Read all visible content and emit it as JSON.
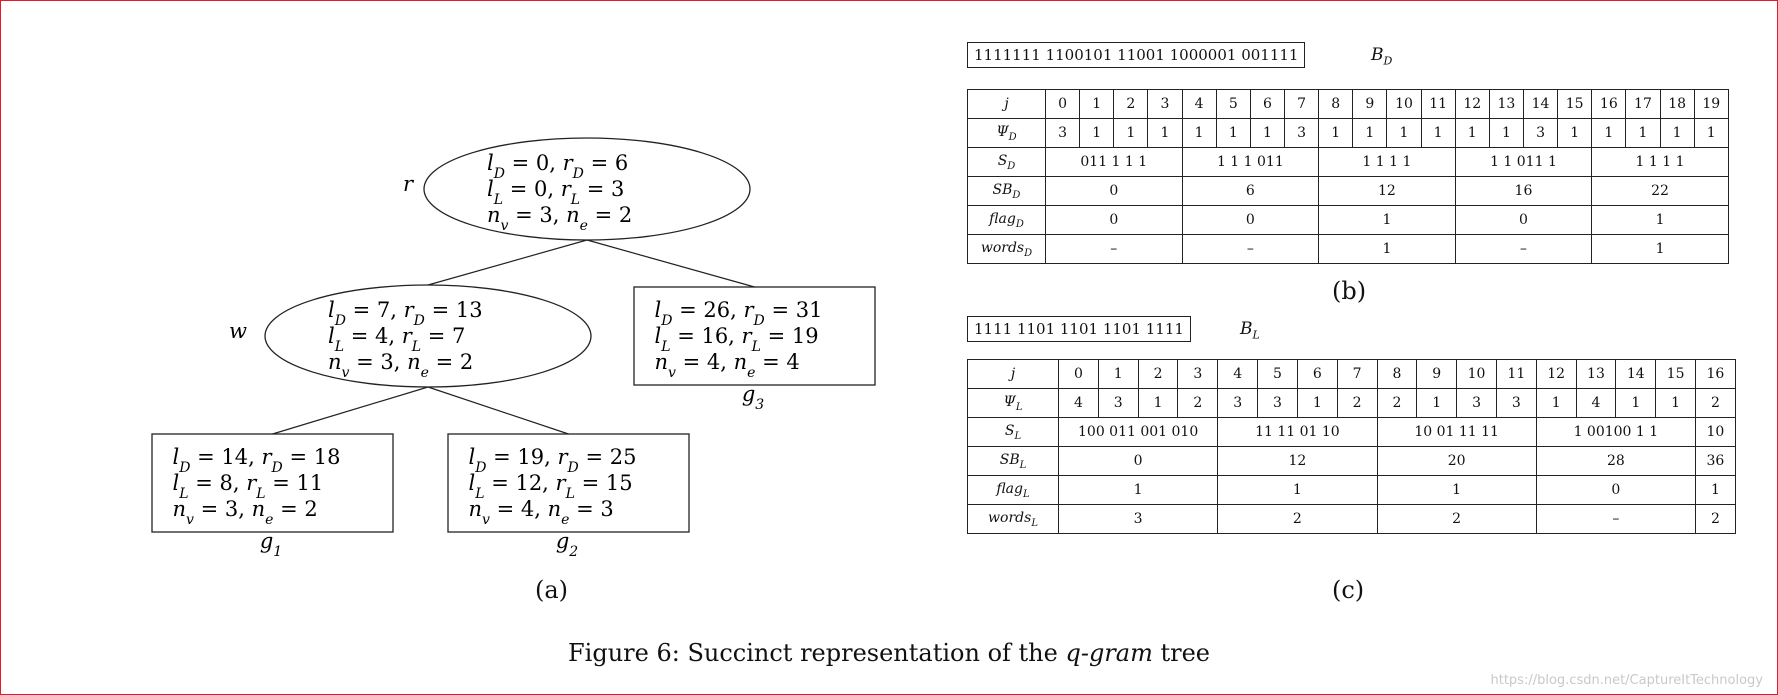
{
  "tree": {
    "edges": [
      [
        "r",
        "w"
      ],
      [
        "r",
        "g3"
      ],
      [
        "w",
        "g1"
      ],
      [
        "w",
        "g2"
      ]
    ],
    "nodes": [
      {
        "id": "r",
        "shape": "ellipse",
        "label": "r",
        "lD": "0",
        "rD": "6",
        "lL": "0",
        "rL": "3",
        "nv": "3",
        "ne": "2"
      },
      {
        "id": "w",
        "shape": "ellipse",
        "label": "w",
        "lD": "7",
        "rD": "13",
        "lL": "4",
        "rL": "7",
        "nv": "3",
        "ne": "2"
      },
      {
        "id": "g3",
        "shape": "rect",
        "label": "g3",
        "lD": "26",
        "rD": "31",
        "lL": "16",
        "rL": "19",
        "nv": "4",
        "ne": "4"
      },
      {
        "id": "g1",
        "shape": "rect",
        "label": "g1",
        "lD": "14",
        "rD": "18",
        "lL": "8",
        "rL": "11",
        "nv": "3",
        "ne": "2"
      },
      {
        "id": "g2",
        "shape": "rect",
        "label": "g2",
        "lD": "19",
        "rD": "25",
        "lL": "12",
        "rL": "15",
        "nv": "4",
        "ne": "3"
      }
    ]
  },
  "sub_labels": {
    "a": "(a)",
    "b": "(b)",
    "c": "(c)"
  },
  "bD": {
    "bits": "1111111 1100101 11001 1000001 001111",
    "name": "BD"
  },
  "tableD": {
    "j": [
      "0",
      "1",
      "2",
      "3",
      "4",
      "5",
      "6",
      "7",
      "8",
      "9",
      "10",
      "11",
      "12",
      "13",
      "14",
      "15",
      "16",
      "17",
      "18",
      "19"
    ],
    "psi": [
      "3",
      "1",
      "1",
      "1",
      "1",
      "1",
      "1",
      "3",
      "1",
      "1",
      "1",
      "1",
      "1",
      "1",
      "3",
      "1",
      "1",
      "1",
      "1",
      "1"
    ],
    "S": [
      "011 1 1 1",
      "1 1 1 011",
      "1 1 1 1",
      "1 1 011 1",
      "1 1 1 1"
    ],
    "SB": [
      "0",
      "6",
      "12",
      "16",
      "22"
    ],
    "flag": [
      "0",
      "0",
      "1",
      "0",
      "1"
    ],
    "words": [
      "–",
      "–",
      "1",
      "–",
      "1"
    ],
    "rows": {
      "j": "j",
      "psi": "ΨD",
      "S": "SD",
      "SB": "SBD",
      "flag": "flagD",
      "words": "wordsD"
    }
  },
  "bL": {
    "bits": "1111 1101 1101 1101 1111",
    "name": "BL"
  },
  "tableL": {
    "j": [
      "0",
      "1",
      "2",
      "3",
      "4",
      "5",
      "6",
      "7",
      "8",
      "9",
      "10",
      "11",
      "12",
      "13",
      "14",
      "15",
      "16"
    ],
    "psi": [
      "4",
      "3",
      "1",
      "2",
      "3",
      "3",
      "1",
      "2",
      "2",
      "1",
      "3",
      "3",
      "1",
      "4",
      "1",
      "1",
      "2"
    ],
    "S": [
      "100 011 001 010",
      "11 11 01 10",
      "10 01 11 11",
      "1 00100 1 1",
      "10"
    ],
    "SB": [
      "0",
      "12",
      "20",
      "28",
      "36"
    ],
    "flag": [
      "1",
      "1",
      "1",
      "0",
      "1"
    ],
    "words": [
      "3",
      "2",
      "2",
      "–",
      "2"
    ],
    "rows": {
      "j": "j",
      "psi": "ΨL",
      "S": "SL",
      "SB": "SBL",
      "flag": "flagL",
      "words": "wordsL"
    }
  },
  "caption": {
    "prefix": "Figure 6: Succinct representation of the ",
    "em": "q-gram",
    "suffix": " tree"
  },
  "watermark": "https://blog.csdn.net/CaptureItTechnology"
}
